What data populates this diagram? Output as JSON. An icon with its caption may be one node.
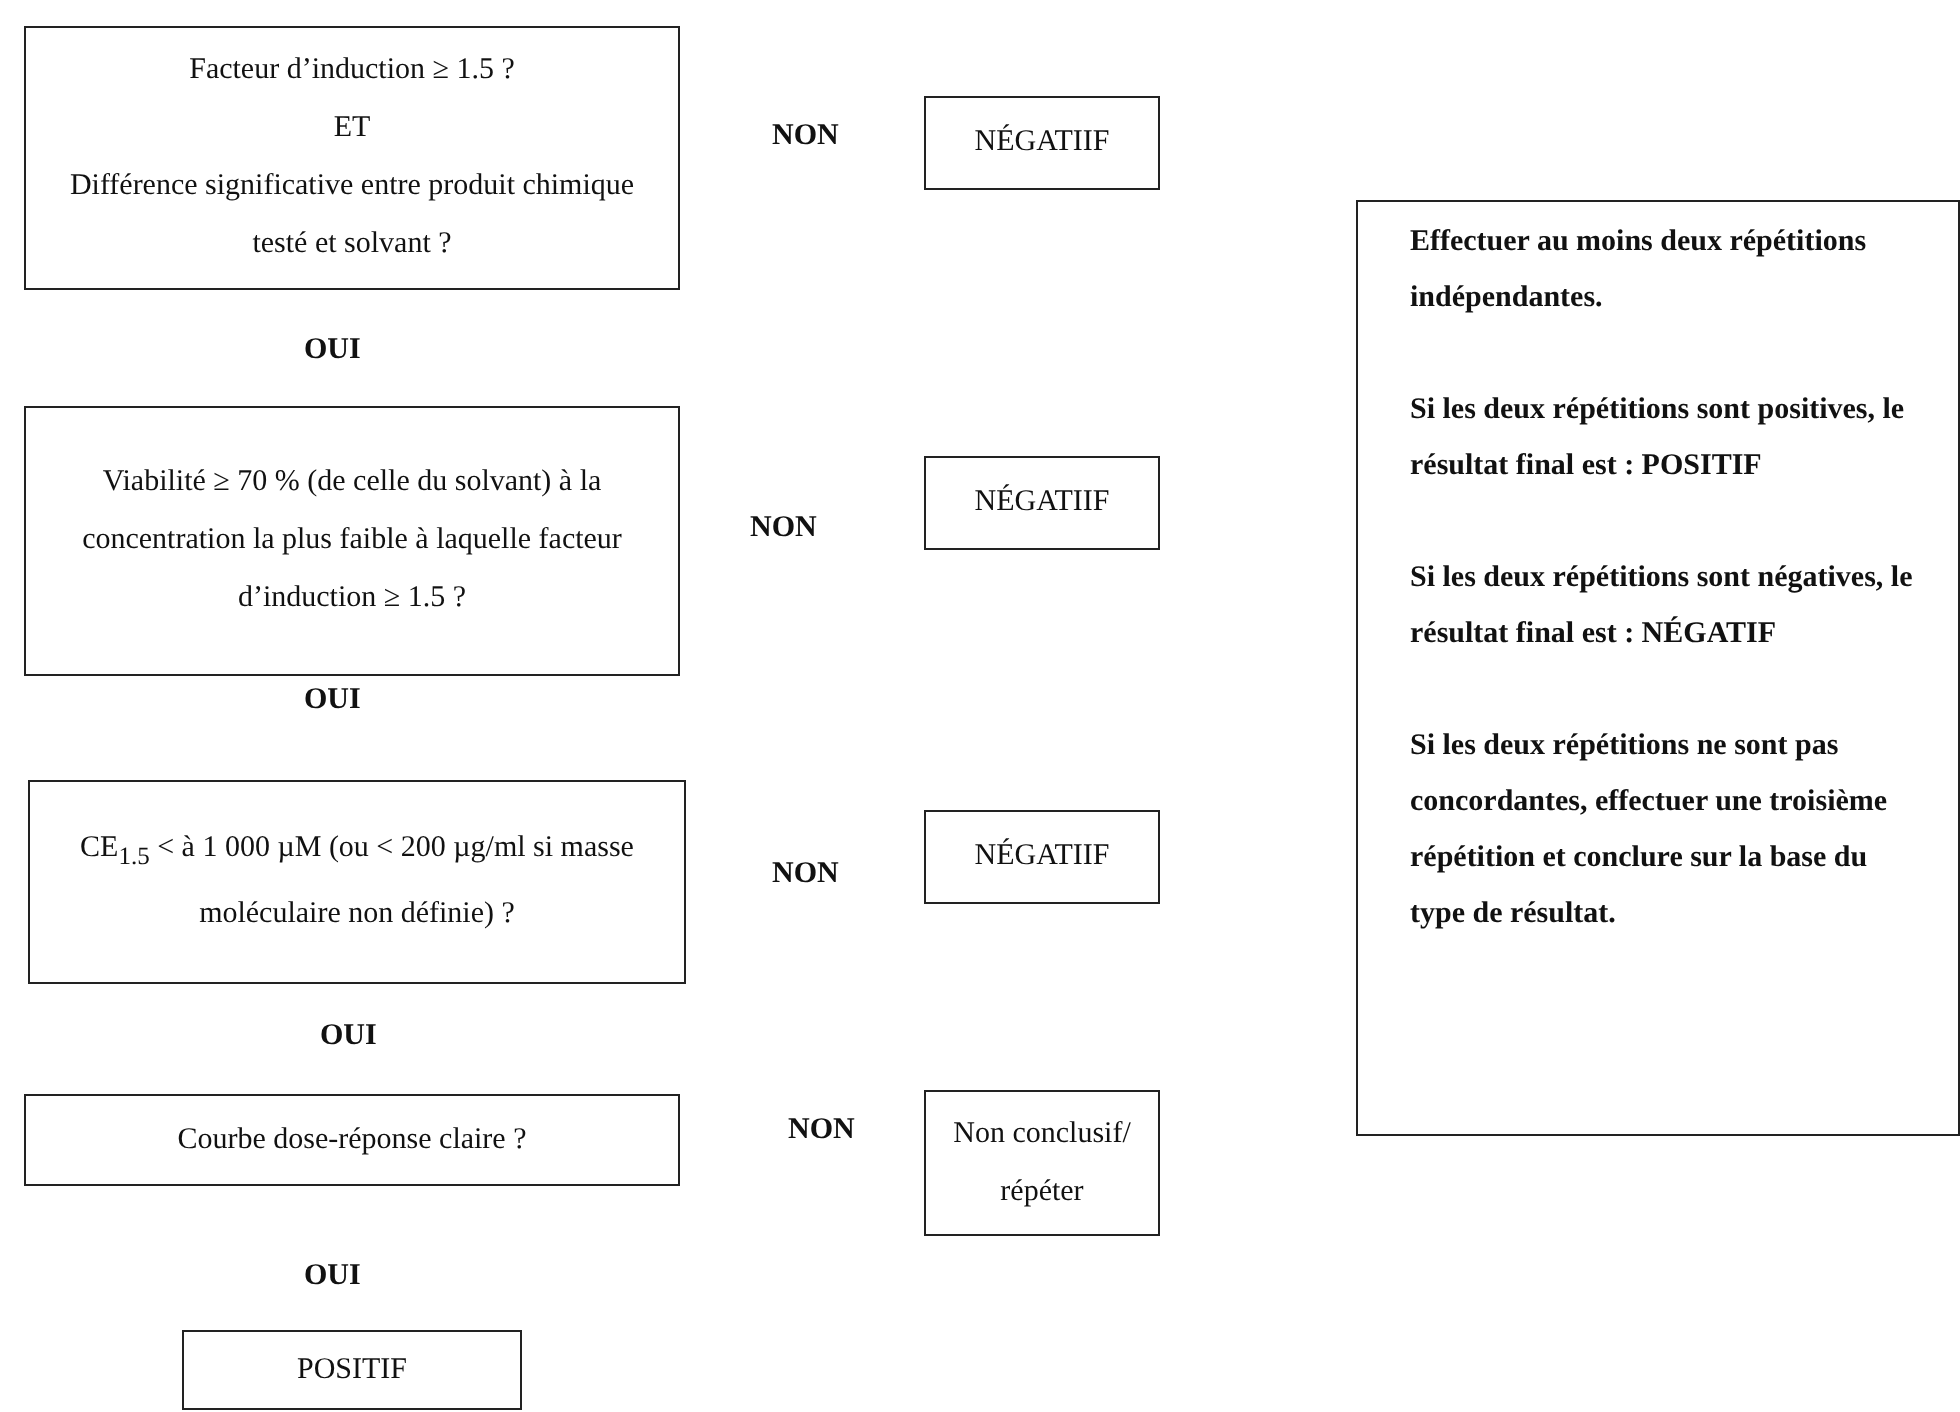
{
  "diagram": {
    "nodes": [
      {
        "text": [
          "Facteur d’induction ≥ 1.5 ?",
          "ET",
          "Différence significative entre produit chimique testé et solvant ?"
        ]
      },
      {
        "text": [
          "NÉGATIIF"
        ]
      },
      {
        "text": [
          "Viabilité ≥ 70 % (de celle du solvant) à la concentration la plus faible à laquelle facteur d’induction  ≥ 1.5 ?"
        ]
      },
      {
        "text": [
          "NÉGATIIF"
        ]
      },
      {
        "text": [
          "CE$_{1.5}$ < à 1 000 µM (ou < 200 µg/ml si masse moléculaire non définie)  ?"
        ]
      },
      {
        "text": [
          "NÉGATIIF"
        ]
      },
      {
        "text": [
          "Courbe dose-réponse claire  ?"
        ]
      },
      {
        "text": [
          "Non conclusif/ répéter"
        ]
      },
      {
        "text": [
          "POSITIF"
        ]
      },
      {
        "text": [
          "Effectuer au moins deux répétitions indépendantes.",
          "Si les deux répétitions sont positives, le résultat final est : POSITIF",
          "Si les deux répétitions sont négatives, le résultat final est : NÉGATIF",
          "Si les deux répétitions ne sont pas concordantes, effectuer une troisième répétition et conclure sur la base du type de résultat."
        ]
      }
    ],
    "labels": [
      "NON",
      "OUI",
      "NON",
      "OUI",
      "NON",
      "OUI",
      "NON",
      "OUI"
    ]
  }
}
